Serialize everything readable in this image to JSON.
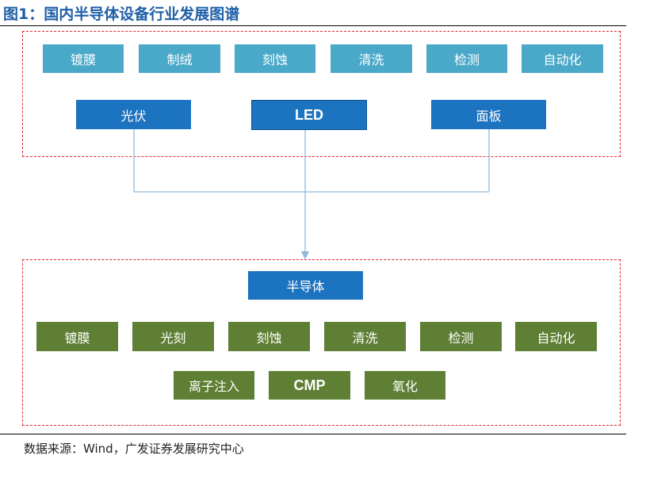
{
  "title": "图1：国内半导体设备行业发展图谱",
  "top_group": {
    "process_tags": [
      "镀膜",
      "制绒",
      "刻蚀",
      "清洗",
      "检测",
      "自动化"
    ],
    "categories": [
      "光伏",
      "LED",
      "面板"
    ]
  },
  "bottom_group": {
    "header": "半导体",
    "process_tags_row1": [
      "镀膜",
      "光刻",
      "刻蚀",
      "清洗",
      "检测",
      "自动化"
    ],
    "process_tags_row2": [
      "离子注入",
      "CMP",
      "氧化"
    ]
  },
  "source": "数据来源：Wind，广发证券发展研究中心",
  "colors": {
    "title": "#1f5fa8",
    "teal_box": "#4aa8c8",
    "blue_box": "#1c73bf",
    "green_box": "#5e7f34",
    "dashed_border": "#e0282e",
    "connector": "#8fb8db"
  }
}
